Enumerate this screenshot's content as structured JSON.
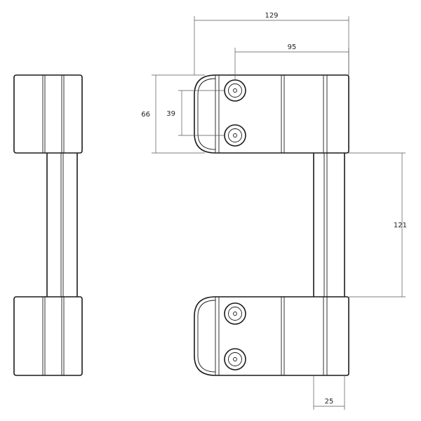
{
  "drawing": {
    "line_color": "#1a1a1a",
    "dimension_color": "#555555",
    "background": "#ffffff"
  },
  "dimensions": {
    "overall_width": "129",
    "hole_offset": "95",
    "height": "66",
    "hole_spacing": "39",
    "gap": "121",
    "bar_width": "25"
  }
}
